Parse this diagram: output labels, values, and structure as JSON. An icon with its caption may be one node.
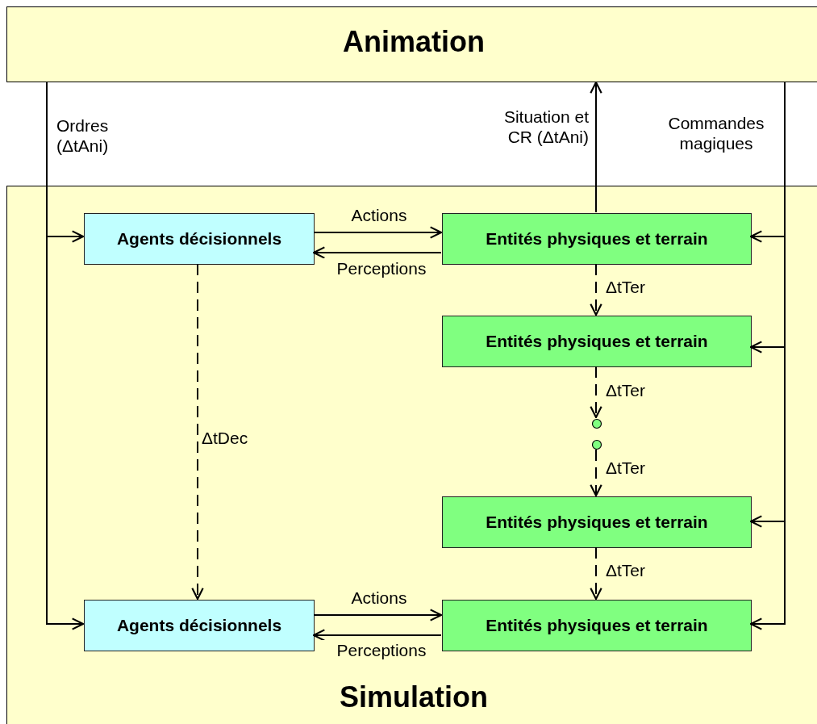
{
  "diagram": {
    "nodes": [
      {
        "text": [
          "Animation"
        ]
      },
      {
        "text": [
          "Simulation"
        ]
      },
      {
        "text": [
          "Agents décisionnels"
        ],
        "in": 1
      },
      {
        "text": [
          "Entités physiques et terrain"
        ],
        "in": 1
      },
      {
        "text": [
          "Entités physiques et terrain"
        ],
        "in": 1
      },
      {
        "text": [],
        "shape": "circle",
        "in": 1
      },
      {
        "text": [],
        "shape": "circle",
        "in": 1
      },
      {
        "text": [
          "Entités physiques et terrain"
        ],
        "in": 1
      },
      {
        "text": [
          "Agents décisionnels"
        ],
        "in": 1
      },
      {
        "text": [
          "Entités physiques et terrain"
        ],
        "in": 1
      }
    ],
    "edges": [
      {
        "from": 0,
        "to": 2,
        "arrow": "to",
        "label": "Ordres (ΔtAni)"
      },
      {
        "from": 0,
        "to": 8,
        "arrow": "to"
      },
      {
        "from": 2,
        "to": 3,
        "arrow": "to",
        "label": "Actions"
      },
      {
        "from": 3,
        "to": 2,
        "arrow": "to",
        "label": "Perceptions"
      },
      {
        "from": 3,
        "to": 0,
        "arrow": "to",
        "label": "Situation et CR (ΔtAni)"
      },
      {
        "from": 0,
        "to": 3,
        "arrow": "to",
        "label": "Commandes magiques"
      },
      {
        "from": 0,
        "to": 4,
        "arrow": "to"
      },
      {
        "from": 0,
        "to": 7,
        "arrow": "to"
      },
      {
        "from": 0,
        "to": 9,
        "arrow": "to"
      },
      {
        "from": 3,
        "to": 4,
        "arrow": "to",
        "label": "ΔtTer",
        "style": "dashed"
      },
      {
        "from": 4,
        "to": 5,
        "arrow": "to",
        "label": "ΔtTer",
        "style": "dashed"
      },
      {
        "from": 6,
        "to": 7,
        "arrow": "to",
        "label": "ΔtTer",
        "style": "dashed"
      },
      {
        "from": 7,
        "to": 9,
        "arrow": "to",
        "label": "ΔtTer",
        "style": "dashed"
      },
      {
        "from": 2,
        "to": 8,
        "arrow": "to",
        "label": "ΔtDec",
        "style": "dashed"
      },
      {
        "from": 8,
        "to": 9,
        "arrow": "to",
        "label": "Actions"
      },
      {
        "from": 9,
        "to": 8,
        "arrow": "to",
        "label": "Perceptions"
      }
    ]
  }
}
